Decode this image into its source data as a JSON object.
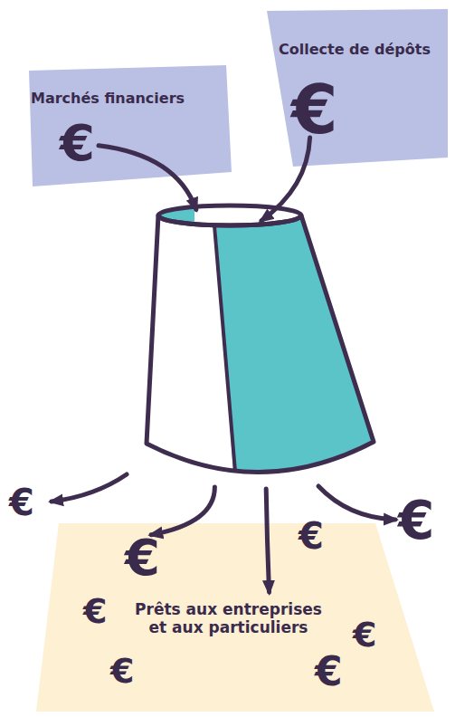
{
  "diagram": {
    "nodes": [
      {
        "text": [
          "Marchés financiers",
          "€"
        ]
      },
      {
        "text": [
          "Collecte de dépôts",
          "€"
        ]
      },
      {
        "text": []
      },
      {
        "text": [
          "Prêts aux entreprises et aux particuliers",
          "€",
          "€",
          "€",
          "€",
          "€",
          "€"
        ]
      }
    ],
    "edges": [
      {
        "from": 0,
        "to": 2,
        "arrow": "to"
      },
      {
        "from": 1,
        "to": 2,
        "arrow": "to"
      },
      {
        "from": 2,
        "to": 3,
        "arrow": "to"
      },
      {
        "from": 2,
        "to": 3,
        "arrow": "to"
      }
    ],
    "labels": [
      "€",
      "€"
    ]
  }
}
